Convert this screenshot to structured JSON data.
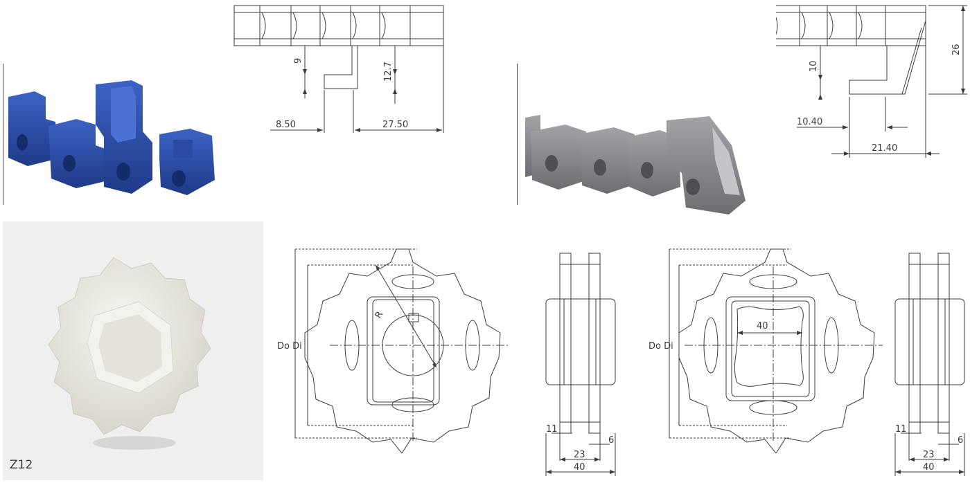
{
  "chain_blue": {
    "dim_vertical_left": "9",
    "dim_vertical_right": "12.7",
    "dim_horizontal_left": "8.50",
    "dim_horizontal_right": "27.50"
  },
  "chain_grey": {
    "dim_vertical_left": "10",
    "dim_vertical_right": "26",
    "dim_horizontal_top": "10.40",
    "dim_horizontal_bottom": "21.40"
  },
  "sprocket_photo": {
    "label": "Z12"
  },
  "sprocket_round_bore": {
    "do_di_label": "Do Di",
    "radius_label": "R"
  },
  "sprocket_round_bore_side": {
    "dim_11": "11",
    "dim_6": "6",
    "dim_23": "23",
    "dim_40": "40"
  },
  "sprocket_square_bore": {
    "do_di_label": "Do Di",
    "bore_label": "40"
  },
  "sprocket_square_bore_side": {
    "dim_11": "11",
    "dim_6": "6",
    "dim_23": "23",
    "dim_40": "40"
  },
  "colors": {
    "blue_part": "#2d4fa8",
    "grey_part": "#8a8c8f",
    "sprocket_white": "#ecebe3",
    "line": "#3a3a3a"
  }
}
